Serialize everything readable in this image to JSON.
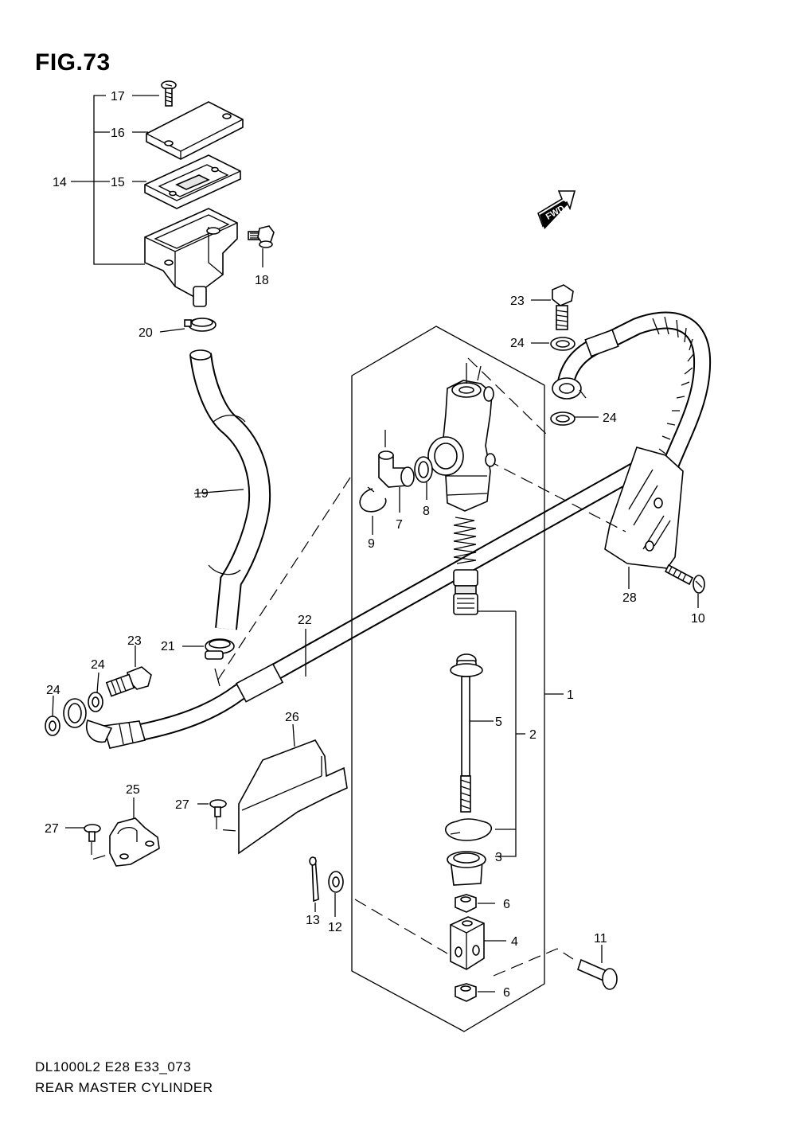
{
  "figure": {
    "title": "FIG.73",
    "model_code": "DL1000L2 E28 E33_073",
    "name": "REAR MASTER CYLINDER",
    "fwd_label": "FWD"
  },
  "callouts": {
    "c1": "1",
    "c2": "2",
    "c3": "3",
    "c4": "4",
    "c5": "5",
    "c6a": "6",
    "c6b": "6",
    "c7": "7",
    "c8": "8",
    "c9": "9",
    "c10": "10",
    "c11": "11",
    "c12": "12",
    "c13": "13",
    "c14": "14",
    "c15": "15",
    "c16": "16",
    "c17": "17",
    "c18": "18",
    "c19": "19",
    "c20": "20",
    "c21": "21",
    "c22": "22",
    "c23a": "23",
    "c23b": "23",
    "c24a": "24",
    "c24b": "24",
    "c24c": "24",
    "c24d": "24",
    "c25": "25",
    "c26": "26",
    "c27a": "27",
    "c27b": "27",
    "c28": "28"
  }
}
